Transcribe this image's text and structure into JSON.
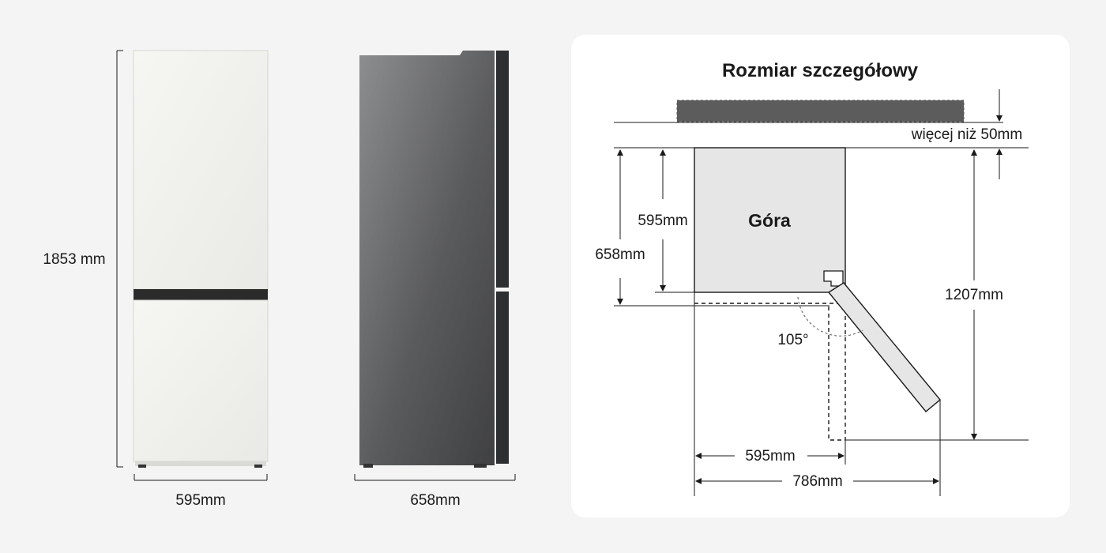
{
  "front_view": {
    "height_label": "1853 mm",
    "width_label": "595mm",
    "colors": {
      "body": "#f1f1ee",
      "gap": "#2b2b2b",
      "outline": "#d6d6d2"
    }
  },
  "side_view": {
    "depth_label": "658mm",
    "colors": {
      "body_dark": "#4a4b4d",
      "body_light": "#8d8e90",
      "door": "#2e2f31"
    }
  },
  "top_diagram": {
    "title": "Rozmiar szczegółowy",
    "top_label": "Góra",
    "wall_clearance_label": "więcej niż 50mm",
    "body_depth_label": "595mm",
    "total_depth_label": "658mm",
    "angle_label": "105°",
    "open_depth_label": "1207mm",
    "body_width_label": "595mm",
    "open_width_label": "786mm",
    "colors": {
      "wall": "#5c5c5c",
      "body_fill": "#e6e6e6",
      "door_fill": "#e6e6e6"
    }
  }
}
